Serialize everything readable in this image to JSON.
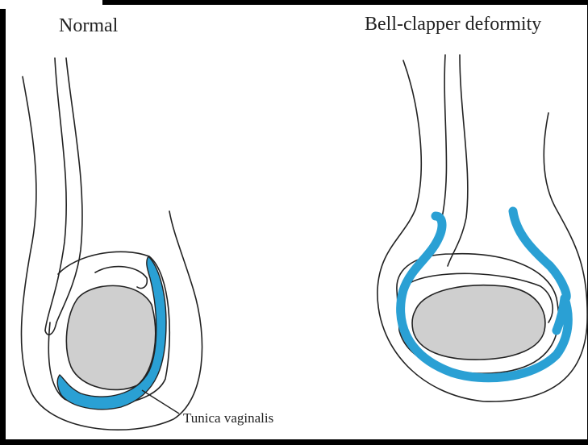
{
  "panels": {
    "normal": {
      "title": "Normal"
    },
    "bell_clapper": {
      "title": "Bell-clapper deformity"
    }
  },
  "labels": {
    "tunica_vaginalis": "Tunica vaginalis"
  },
  "colors": {
    "tunica": "#2aa0d4",
    "testis": "#cfcfcf",
    "outline": "#222222",
    "background": "#ffffff"
  }
}
